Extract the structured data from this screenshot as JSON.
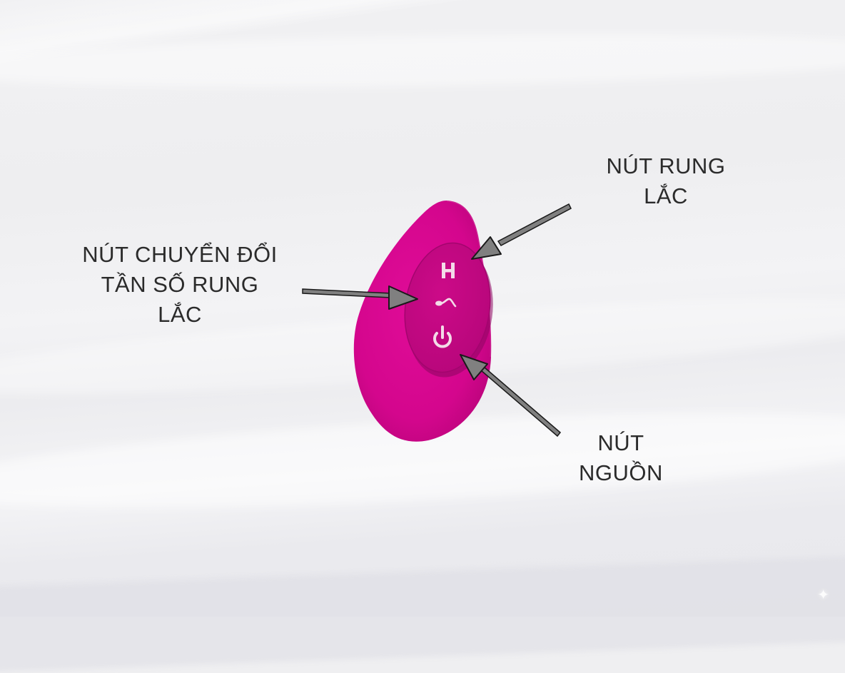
{
  "image": {
    "subject": "pink teardrop-shaped device with three control buttons",
    "colors": {
      "background": "#efeff1",
      "device_body": "#d6068f",
      "device_button_panel": "#c4087f",
      "icon_color": "#f3dbe8",
      "arrow_fill": "#808080",
      "arrow_stroke": "#1a1a1a",
      "label_text": "#2b2b2b"
    }
  },
  "device": {
    "buttons": [
      {
        "id": "vibration",
        "icon": "h-letter-icon",
        "glyph": "H"
      },
      {
        "id": "frequency",
        "icon": "wave-icon",
        "glyph": "~"
      },
      {
        "id": "power",
        "icon": "power-icon",
        "glyph": "⏻"
      }
    ]
  },
  "callouts": {
    "frequency_switch": {
      "lines": [
        "NÚT CHUYỂN ĐỔI",
        "TẦN SỐ RUNG",
        "LẮC"
      ]
    },
    "vibration_button": {
      "lines": [
        "NÚT RUNG",
        "LẮC"
      ]
    },
    "power_button": {
      "lines": [
        "NÚT",
        "NGUỒN"
      ]
    }
  },
  "watermark": {
    "glyph": "✦"
  }
}
